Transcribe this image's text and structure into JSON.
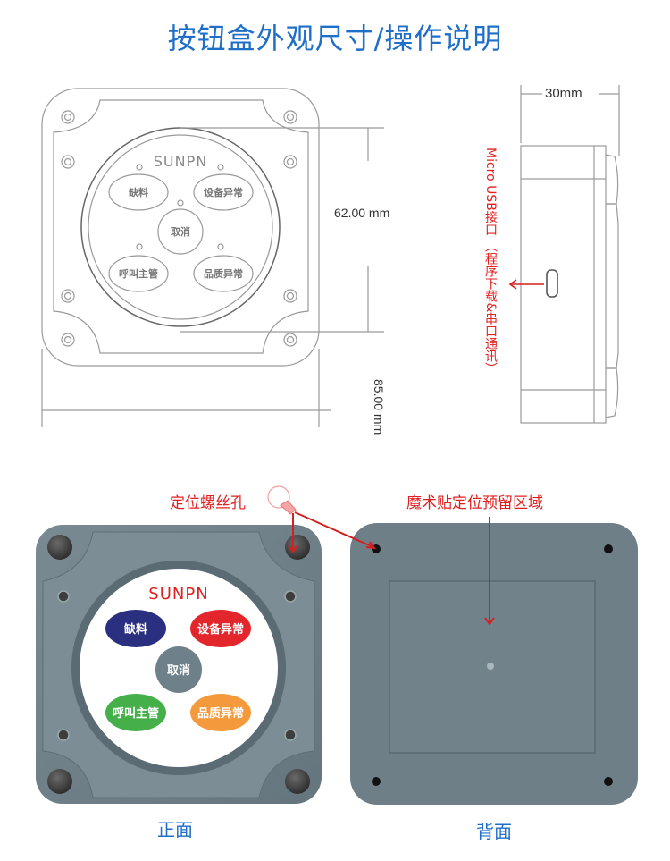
{
  "title": "按钮盒外观尺寸/操作说明",
  "drawing": {
    "logo": "SunPn",
    "buttons": [
      {
        "id": "shortage",
        "label": "缺料"
      },
      {
        "id": "equipment",
        "label": "设备异常"
      },
      {
        "id": "cancel",
        "label": "取消"
      },
      {
        "id": "call",
        "label": "呼叫主管"
      },
      {
        "id": "quality",
        "label": "品质异常"
      }
    ],
    "dimensions": {
      "inner_circle": "62.00 mm",
      "outer_width": "85.00 mm",
      "depth": "30mm"
    },
    "usb_annotation": "Micro USB接口 （程序下载&串口通讯）"
  },
  "photos": {
    "screw_hole_label": "定位螺丝孔",
    "velcro_area_label": "魔术贴定位预留区域",
    "front": {
      "caption": "正面",
      "logo": "SunPn",
      "buttons": [
        {
          "id": "shortage",
          "label": "缺料",
          "color": "#2b2f7f"
        },
        {
          "id": "equipment",
          "label": "设备异常",
          "color": "#e2262b"
        },
        {
          "id": "cancel",
          "label": "取消",
          "color": "#6e808a"
        },
        {
          "id": "call",
          "label": "呼叫主管",
          "color": "#45b04a"
        },
        {
          "id": "quality",
          "label": "品质异常",
          "color": "#f59a3c"
        }
      ]
    },
    "back": {
      "caption": "背面"
    }
  },
  "colors": {
    "title_blue": "#1f6fc9",
    "annotation_red": "#e02020",
    "device_gray": "#6f7f87",
    "line_gray": "#9a9a9a"
  }
}
